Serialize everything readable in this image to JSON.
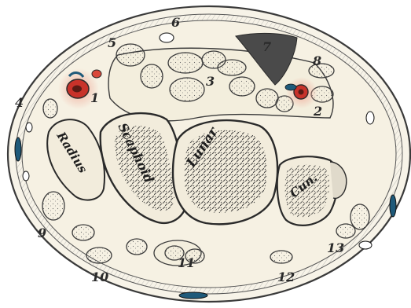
{
  "figure": {
    "bones": [
      "Radius",
      "Scaphoid",
      "Lunar",
      "Cun."
    ],
    "labels": [
      "1",
      "2",
      "3",
      "4",
      "5",
      "6",
      "7",
      "8",
      "9",
      "10",
      "11",
      "12",
      "13"
    ],
    "colors": {
      "outline": "#3a3a3a",
      "tissue": "#f6f1e3",
      "bone_fill": "#f2ecdc",
      "artery": "#c8322a",
      "artery_glow": "#f3b9a8",
      "vein": "#1f5a7a"
    }
  }
}
